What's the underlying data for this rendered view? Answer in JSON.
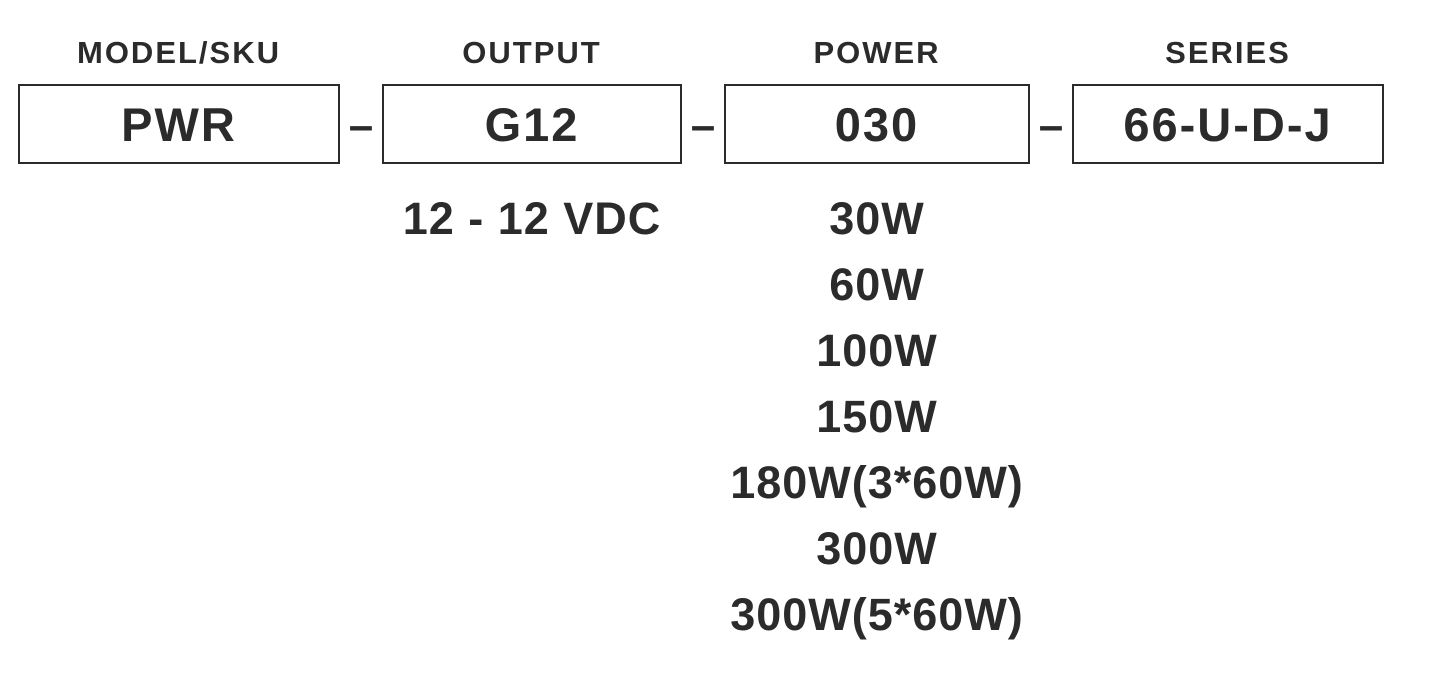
{
  "diagram": {
    "separator": "–",
    "columns": {
      "model": {
        "header": "MODEL/SKU",
        "code": "PWR"
      },
      "output": {
        "header": "OUTPUT",
        "code": "G12",
        "detail": "12 - 12 VDC"
      },
      "power": {
        "header": "POWER",
        "code": "030",
        "options": [
          "30W",
          "60W",
          "100W",
          "150W",
          "180W(3*60W)",
          "300W",
          "300W(5*60W)"
        ]
      },
      "series": {
        "header": "SERIES",
        "code": "66-U-D-J"
      }
    }
  }
}
